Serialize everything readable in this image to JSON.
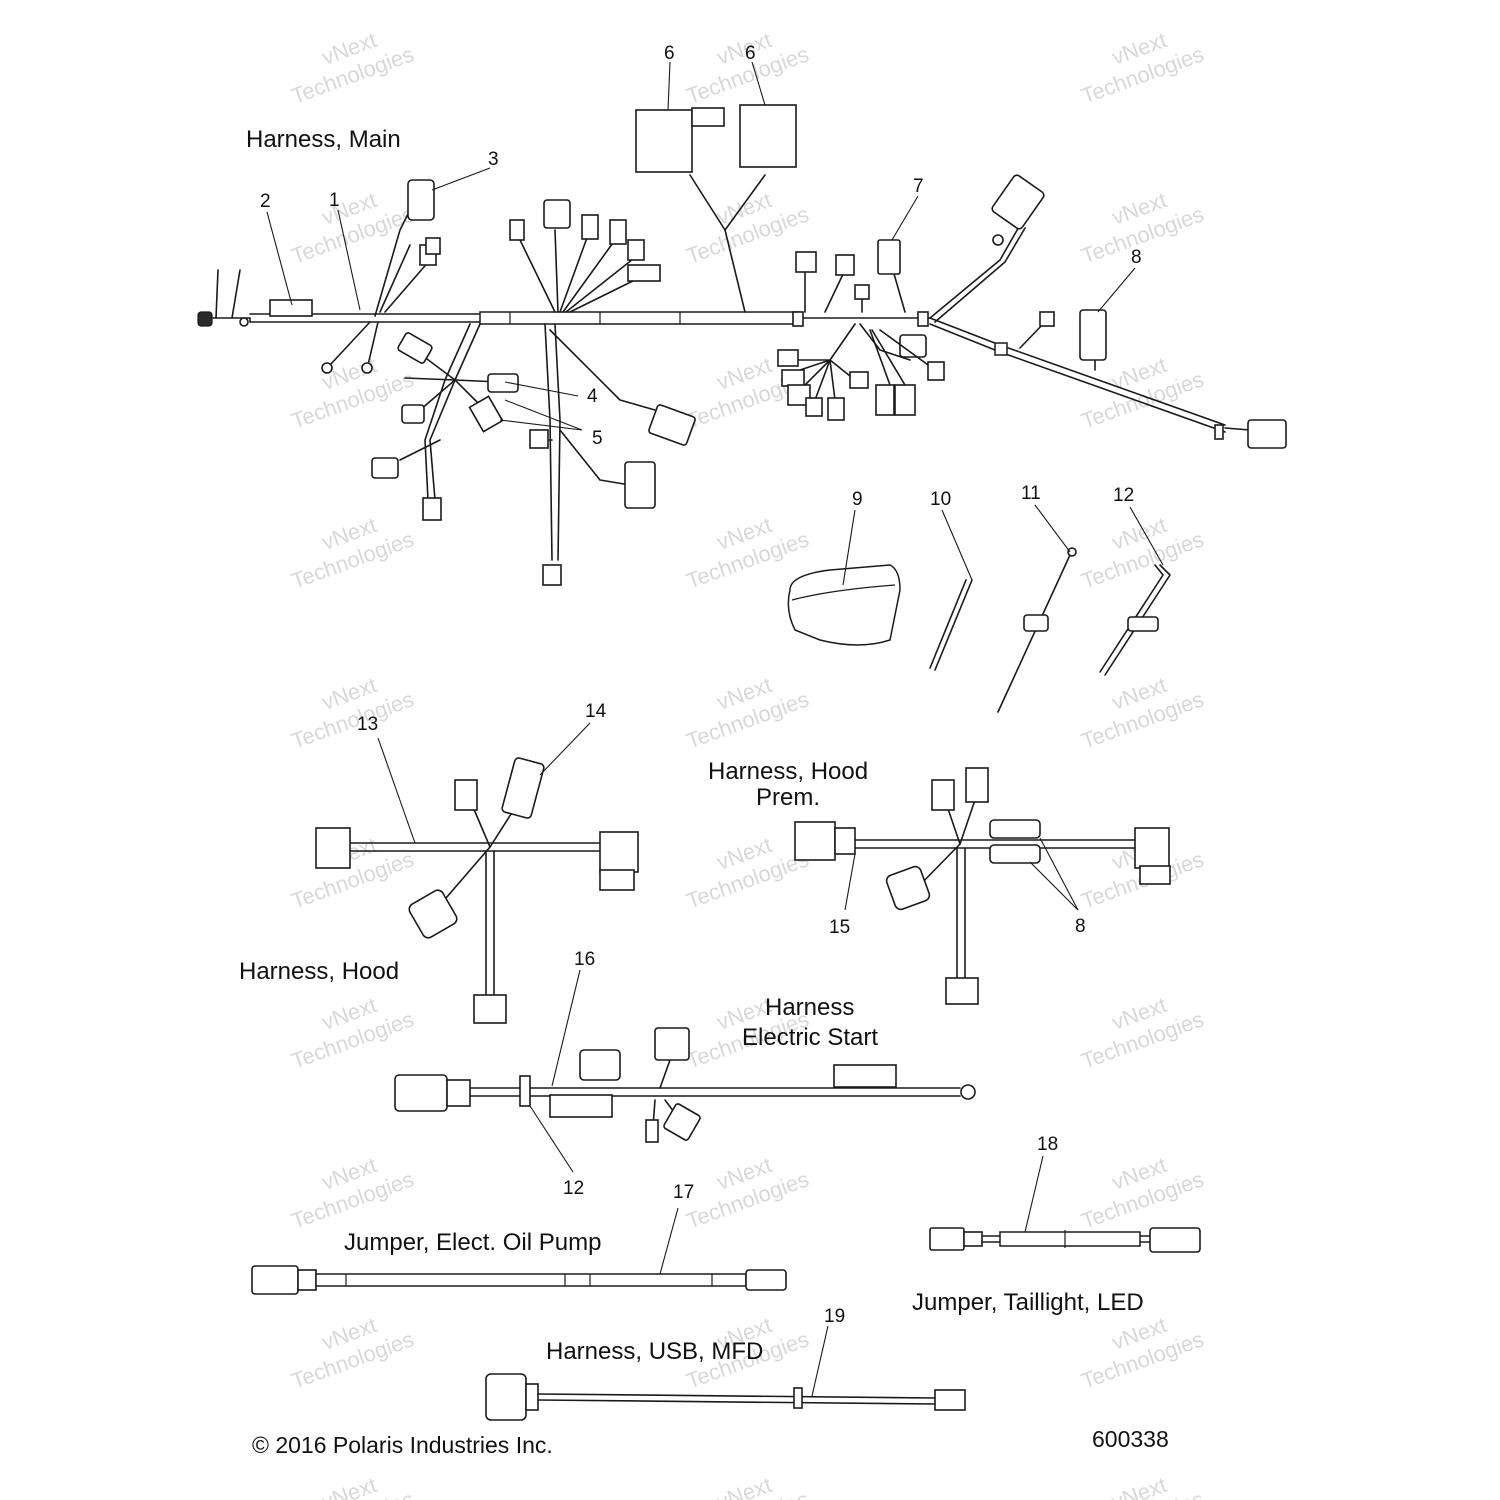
{
  "watermark": {
    "line1": "vNext",
    "line2": "Technologies"
  },
  "titles": {
    "harness_main": "Harness, Main",
    "harness_hood_prem_1": "Harness, Hood",
    "harness_hood_prem_2": "Prem.",
    "harness_hood": "Harness, Hood",
    "harness_elec_start_1": "Harness",
    "harness_elec_start_2": "Electric Start",
    "jumper_oil_pump": "Jumper, Elect. Oil Pump",
    "jumper_taillight": "Jumper, Taillight, LED",
    "harness_usb": "Harness, USB, MFD"
  },
  "callouts": {
    "c1": "1",
    "c2": "2",
    "c3": "3",
    "c4": "4",
    "c5": "5",
    "c6a": "6",
    "c6b": "6",
    "c7": "7",
    "c8a": "8",
    "c8b": "8",
    "c9": "9",
    "c10": "10",
    "c11": "11",
    "c12a": "12",
    "c12b": "12",
    "c13": "13",
    "c14": "14",
    "c15": "15",
    "c16": "16",
    "c17": "17",
    "c18": "18",
    "c19": "19"
  },
  "footer": {
    "copyright": "© 2016 Polaris Industries Inc.",
    "figure_number": "600338"
  }
}
